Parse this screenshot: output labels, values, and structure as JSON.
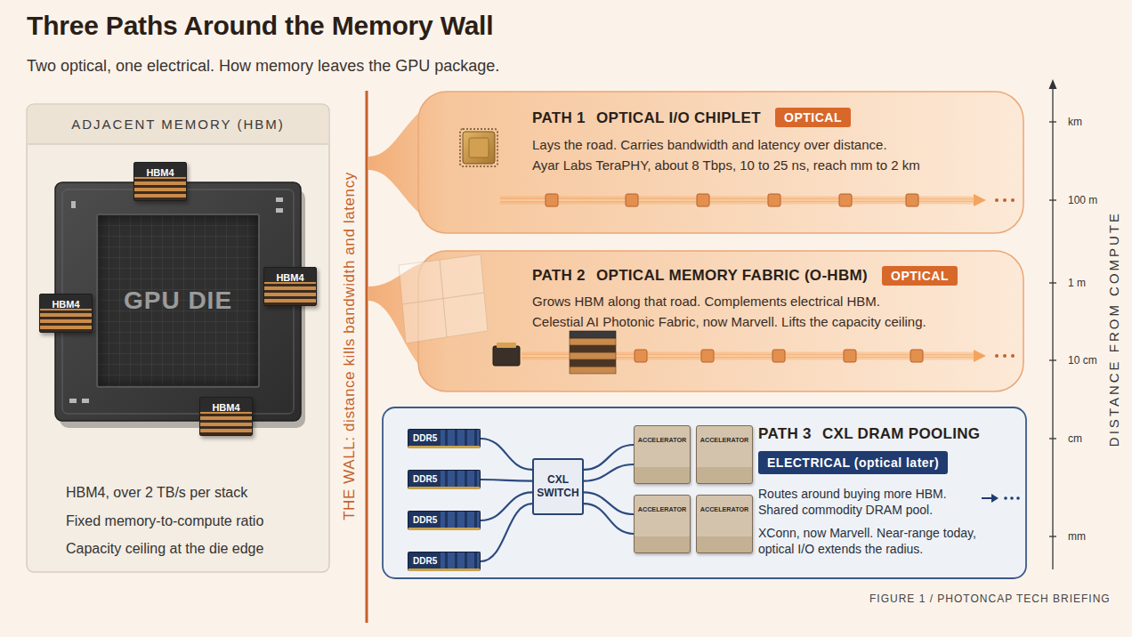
{
  "diagram": {
    "title": "Three Paths Around the Memory Wall",
    "caption": "Two optical, one electrical. How memory leaves the GPU package.",
    "nodes": [
      {
        "text": [
          "ADJACENT MEMORY (HBM)",
          "HBM4, over 2 TB/s per stack",
          "Fixed memory-to-compute ratio",
          "Capacity ceiling at the die edge"
        ]
      },
      {
        "text": [
          "GPU DIE"
        ],
        "in": 0
      },
      {
        "text": [
          "HBM4"
        ],
        "in": 0
      },
      {
        "text": [
          "HBM4"
        ],
        "in": 0
      },
      {
        "text": [
          "HBM4"
        ],
        "in": 0
      },
      {
        "text": [
          "HBM4"
        ],
        "in": 0
      },
      {
        "text": [
          "PATH 1",
          "OPTICAL I/O CHIPLET",
          "Lays the road. Carries bandwidth and latency over distance.",
          "Ayar Labs TeraPHY, about 8 Tbps, 10 to 25 ns, reach mm to 2 km"
        ]
      },
      {
        "text": [
          "OPTICAL"
        ],
        "in": 6
      },
      {
        "text": [
          "PATH 2",
          "OPTICAL MEMORY FABRIC (O-HBM)",
          "Grows HBM along that road. Complements electrical HBM.",
          "Celestial AI Photonic Fabric, now Marvell. Lifts the capacity ceiling."
        ]
      },
      {
        "text": [
          "OPTICAL"
        ],
        "in": 8
      },
      {
        "text": [
          "PATH 3",
          "CXL DRAM POOLING",
          "Routes around buying more HBM. Shared commodity DRAM pool.",
          "XConn, now Marvell. Near-range today, optical I/O extends the radius."
        ]
      },
      {
        "text": [
          "ELECTRICAL (optical later)"
        ],
        "in": 10
      },
      {
        "text": [
          "DDR5"
        ],
        "in": 10
      },
      {
        "text": [
          "DDR5"
        ],
        "in": 10
      },
      {
        "text": [
          "DDR5"
        ],
        "in": 10
      },
      {
        "text": [
          "DDR5"
        ],
        "in": 10
      },
      {
        "text": [
          "CXL SWITCH"
        ],
        "in": 10
      },
      {
        "text": [
          "ACCELERATOR"
        ],
        "in": 10
      },
      {
        "text": [
          "ACCELERATOR"
        ],
        "in": 10
      },
      {
        "text": [
          "ACCELERATOR"
        ],
        "in": 10
      },
      {
        "text": [
          "ACCELERATOR"
        ],
        "in": 10
      }
    ],
    "edges": [
      {
        "from": 12,
        "to": 16,
        "arrow": "none"
      },
      {
        "from": 13,
        "to": 16,
        "arrow": "none"
      },
      {
        "from": 14,
        "to": 16,
        "arrow": "none"
      },
      {
        "from": 15,
        "to": 16,
        "arrow": "none"
      },
      {
        "from": 16,
        "to": 17,
        "arrow": "none"
      },
      {
        "from": 16,
        "to": 17,
        "arrow": "none"
      },
      {
        "from": 16,
        "to": 19,
        "arrow": "none"
      },
      {
        "from": 16,
        "to": 19,
        "arrow": "none"
      }
    ],
    "labels": [
      "THE WALL: distance kills bandwidth and latency",
      "DISTANCE FROM COMPUTE",
      "km",
      "100 m",
      "1 m",
      "10 cm",
      "cm",
      "mm",
      "FIGURE 1 / PHOTONCAP TECH BRIEFING"
    ]
  }
}
